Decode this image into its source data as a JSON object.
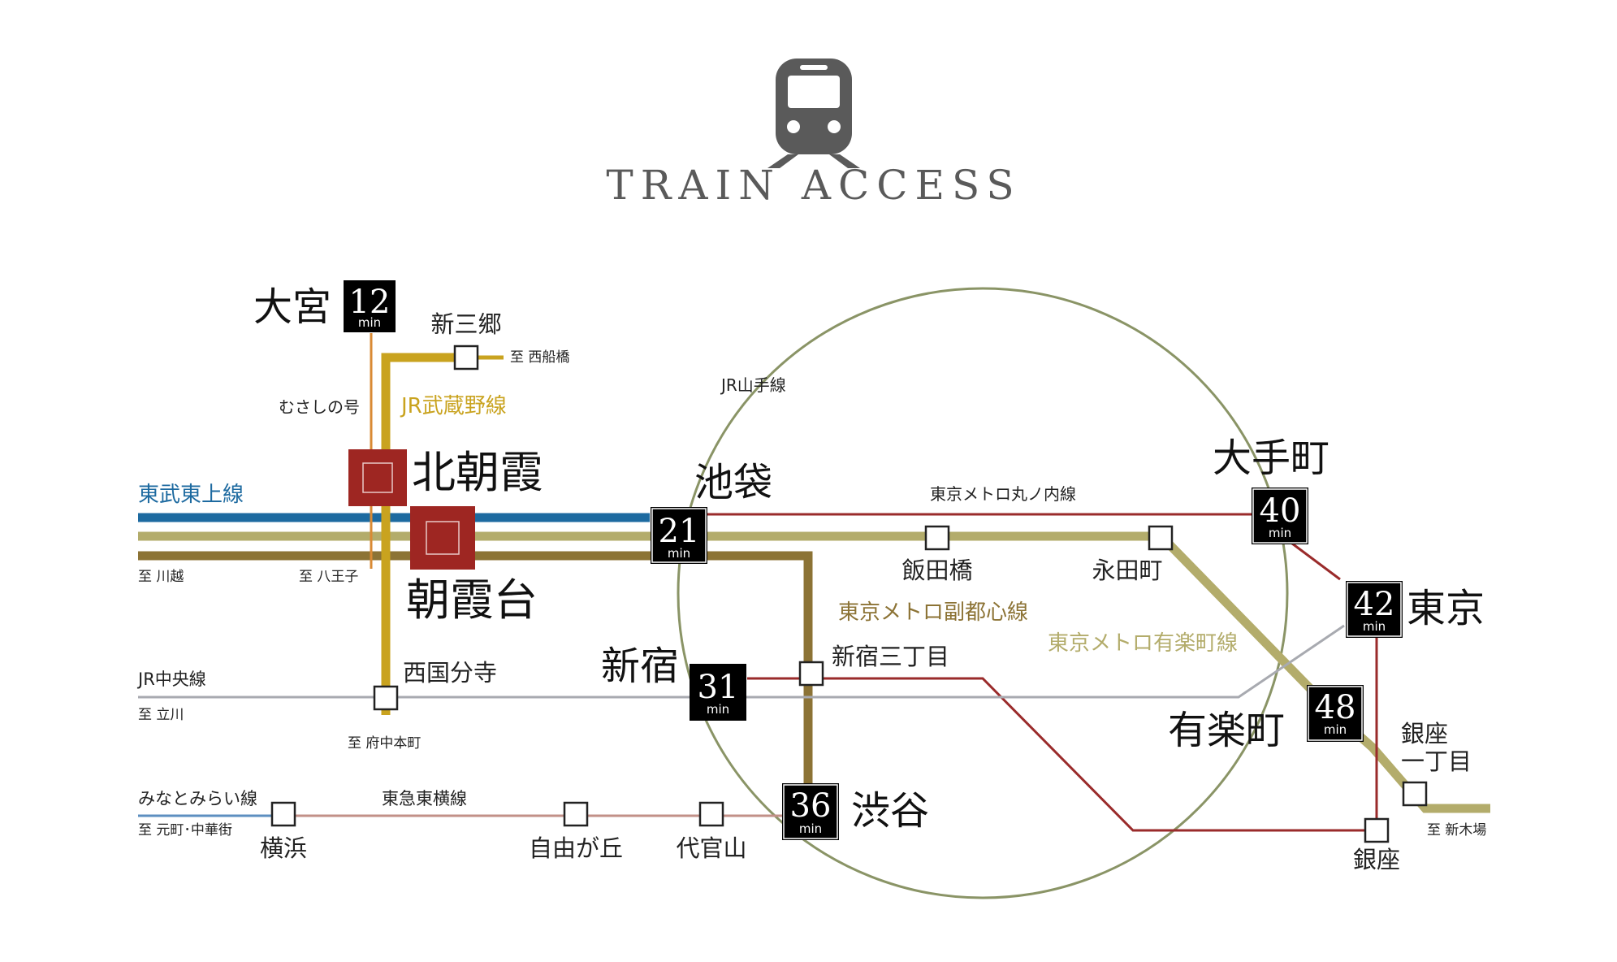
{
  "title": "TRAIN ACCESS",
  "icons": {
    "train": "train-icon"
  },
  "colors": {
    "tobu": "#1d6aa0",
    "musashino": "#c9a31f",
    "musashino_go": "#d98a34",
    "yurakucho": "#b3ac6b",
    "fukutoshin": "#8c7335",
    "marunouchi": "#9a2b2b",
    "yamanote": "#8a9466",
    "chuo": "#a8aab0",
    "toyoko": "#c29088",
    "minatomirai": "#5d8fc0",
    "home": "#9e2622"
  },
  "home_stations": {
    "kitaasaka": "北朝霞",
    "asakadai": "朝霞台"
  },
  "stations": {
    "omiya": "大宮",
    "shinmisato": "新三郷",
    "ikebukuro": "池袋",
    "iidabashi": "飯田橋",
    "nagatacho": "永田町",
    "otemachi": "大手町",
    "tokyo": "東京",
    "yurakucho": "有楽町",
    "shinjuku": "新宿",
    "shinjuku_sanchome": "新宿三丁目",
    "nishikokubunji": "西国分寺",
    "shibuya": "渋谷",
    "yokohama": "横浜",
    "jiyugaoka": "自由が丘",
    "daikanyama": "代官山",
    "ginza": "銀座",
    "ginza_1_line1": "銀座",
    "ginza_1_line2": "一丁目"
  },
  "lines": {
    "tobu": "東武東上線",
    "musashino": "JR武蔵野線",
    "musashino_go": "むさしの号",
    "yamanote": "JR山手線",
    "marunouchi": "東京メトロ丸ノ内線",
    "fukutoshin": "東京メトロ副都心線",
    "yurakucho": "東京メトロ有楽町線",
    "chuo": "JR中央線",
    "minatomirai": "みなとみらい線",
    "toyoko": "東急東横線"
  },
  "directions": {
    "nishifunabashi": "至 西船橋",
    "kawagoe": "至 川越",
    "hachioji": "至 八王子",
    "tachikawa": "至 立川",
    "fuchuhonmachi": "至 府中本町",
    "motomachi": "至 元町･中華街",
    "shinkiba": "至 新木場"
  },
  "times": {
    "unit": "min",
    "omiya": "12",
    "ikebukuro": "21",
    "shinjuku": "31",
    "shibuya": "36",
    "otemachi": "40",
    "tokyo": "42",
    "yurakucho": "48"
  }
}
